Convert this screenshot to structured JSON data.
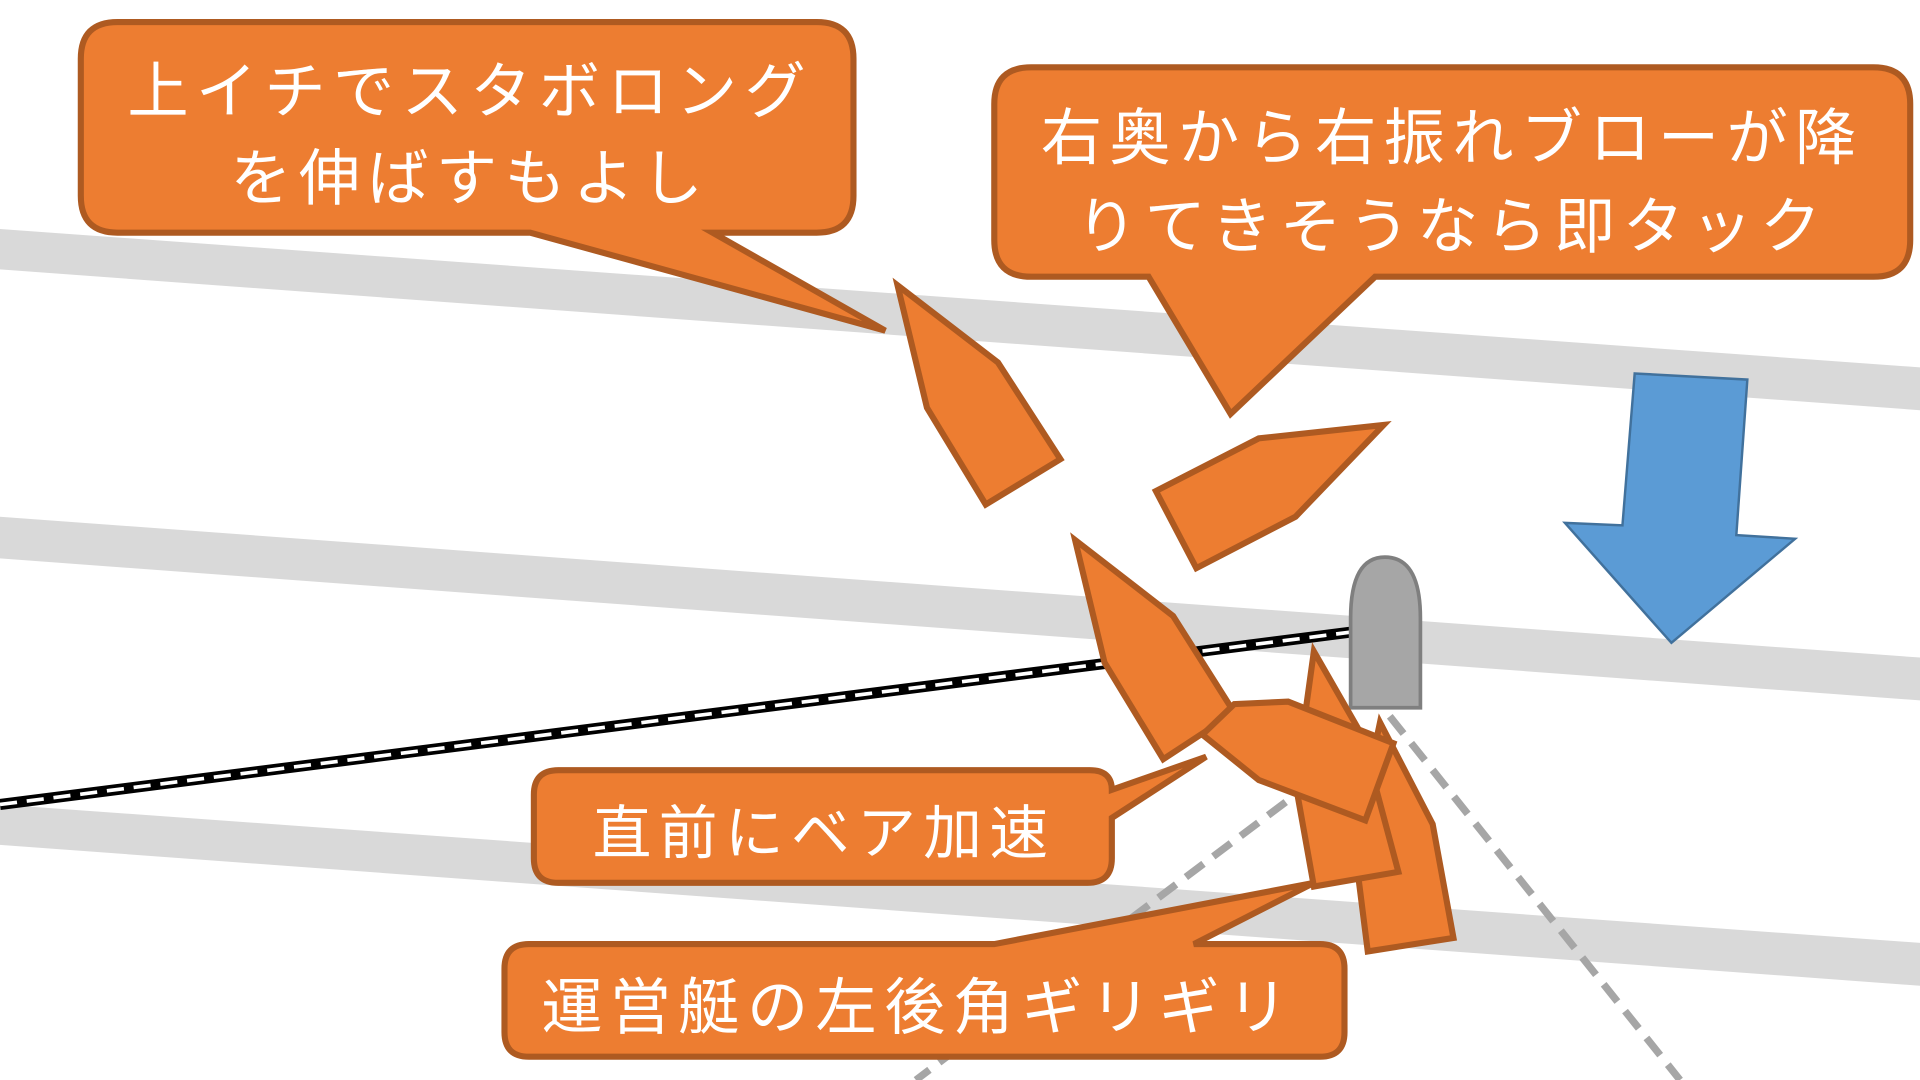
{
  "callouts": {
    "top_left": {
      "lines": [
        "上イチでスタボロング",
        "を伸ばすもよし"
      ]
    },
    "top_right": {
      "lines": [
        "右奥から右振れブローが降",
        "りてきそうなら即タック"
      ]
    },
    "middle": {
      "lines": [
        "直前にベア加速"
      ]
    },
    "bottom": {
      "lines": [
        "運営艇の左後角ギリギリ"
      ]
    }
  },
  "colors": {
    "callout_fill": "#ed7d31",
    "callout_stroke": "#ae5a21",
    "wind_arrow": "#5b9bd5",
    "committee_boat": "#a6a6a6",
    "bands": "#d9d9d9"
  }
}
